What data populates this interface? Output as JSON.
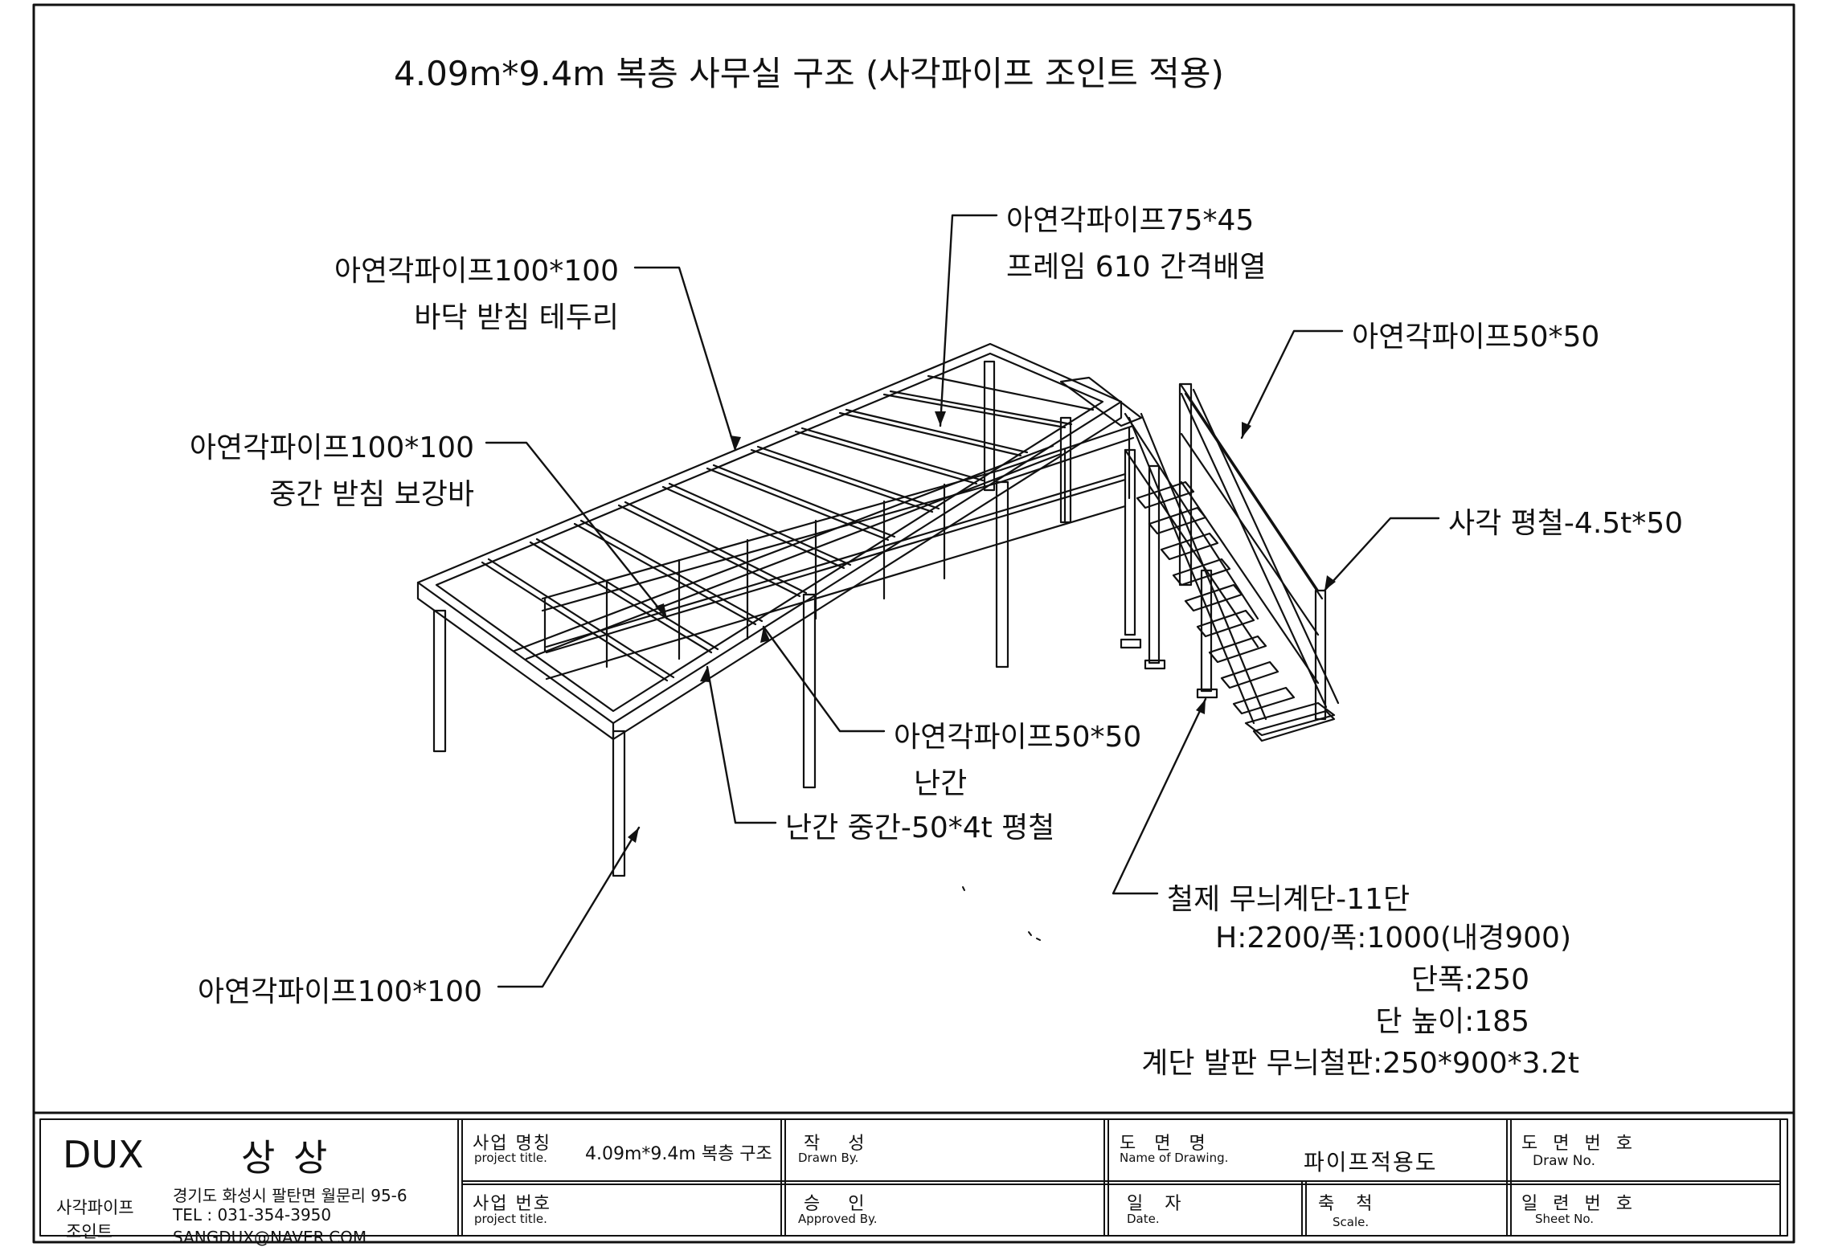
{
  "title": "4.09m*9.4m 복층 사무실 구조 (사각파이프 조인트 적용)",
  "callouts": {
    "top_left_line1": "아연각파이프100*100",
    "top_left_line2": "바닥 받침 테두리",
    "top_mid_line1": "아연각파이프75*45",
    "top_mid_line2": "프레임 610 간격배열",
    "right_rail": "아연각파이프50*50",
    "mid_left_line1": "아연각파이프100*100",
    "mid_left_line2": "중간 받침 보강바",
    "flat_bar": "사각 평철-4.5t*50",
    "rail_line1": "아연각파이프50*50",
    "rail_line2": "난간",
    "rail_mid": "난간 중간-50*4t 평철",
    "post": "아연각파이프100*100",
    "stair_line1": "철제 무늬계단-11단",
    "stair_line2": "H:2200/폭:1000(내경900)",
    "stair_line3": "단폭:250",
    "stair_line4": "단 높이:185",
    "stair_line5": "계단 발판 무늬철판:250*900*3.2t"
  },
  "title_block": {
    "brand": "DUX",
    "brand_kr": "상 상",
    "company_line1": "사각파이프",
    "company_line2": "조인트",
    "address": "경기도 화성시 팔탄면 월문리 95-6",
    "tel": "TEL : 031-354-3950",
    "email": "SANGDUX@NAVER.COM",
    "project_name_label": "사업 명칭",
    "project_name_sub": "project title.",
    "project_name_value": "4.09m*9.4m 복층 구조",
    "project_no_label": "사업 번호",
    "project_no_sub": "project title.",
    "drawn_label": "작 성",
    "drawn_sub": "Drawn By.",
    "approved_label": "승 인",
    "approved_sub": "Approved By.",
    "drawing_name_label": "도 면 명",
    "drawing_name_sub": "Name of Drawing.",
    "drawing_name_value": "파이프적용도",
    "date_label": "일 자",
    "date_sub": "Date.",
    "scale_label": "축 척",
    "scale_sub": "Scale.",
    "draw_no_label": "도 면 번 호",
    "draw_no_sub": "Draw No.",
    "sheet_no_label": "일 련 번 호",
    "sheet_no_sub": "Sheet No."
  }
}
